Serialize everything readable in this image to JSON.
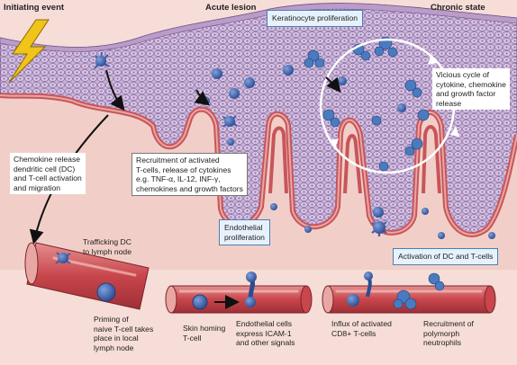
{
  "headers": {
    "initiating": "Initiating event",
    "acute": "Acute lesion",
    "chronic": "Chronic state"
  },
  "boxes": {
    "keratinocyte": "Keratinocyte proliferation",
    "vicious_cycle": "Vicious cycle of\ncytokine, chemokine\nand growth factor\nrelease",
    "chemokine_release": "Chemokine release\ndendritic cell (DC)\nand T-cell activation\nand migration",
    "recruitment": "Recruitment of activated\nT-cells, release of cytokines\ne.g. TNF-α, IL-12, INF-γ,\nchemokines and growth factors",
    "endothelial": "Endothelial\nproliferation",
    "activation_dc": "Activation of DC and T-cells"
  },
  "labels": {
    "trafficking": "Trafficking DC\nto lymph node",
    "priming": "Priming of\nnaive T-cell takes\nplace in local\nlymph node",
    "skin_homing": "Skin homing\nT-cell",
    "icam": "Endothelial cells\nexpress ICAM-1\nand other signals",
    "influx": "Influx of activated\nCD8+ T-cells",
    "neutrophils": "Recruitment of\npolymorph\nneutrophils"
  },
  "colors": {
    "background": "#f6ddd7",
    "epidermis": "#c9b3d8",
    "cell_outline": "#7a5f93",
    "dermis": "#d8878a",
    "vessel": "#c8555a",
    "tcell": "#3b5fa8",
    "neutrophil": "#4a7bc0",
    "lightning": "#f0c419",
    "box_blue_fill": "#e7f1fb",
    "box_blue_border": "#4a7fb5"
  }
}
